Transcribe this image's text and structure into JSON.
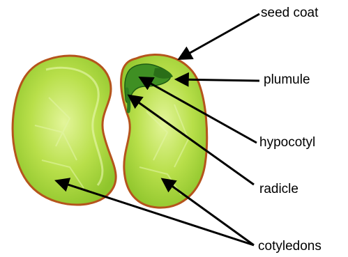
{
  "labels": {
    "seed_coat": "seed coat",
    "plumule": "plumule",
    "hypocotyl": "hypocotyl",
    "radicle": "radicle",
    "cotyledons": "cotyledons"
  },
  "colors": {
    "seed_fill": "#a9d63c",
    "seed_light": "#d4ee7a",
    "seed_coat": "#b5541c",
    "embryo": "#2e7d1f",
    "arrow": "#000000",
    "text": "#000000"
  }
}
